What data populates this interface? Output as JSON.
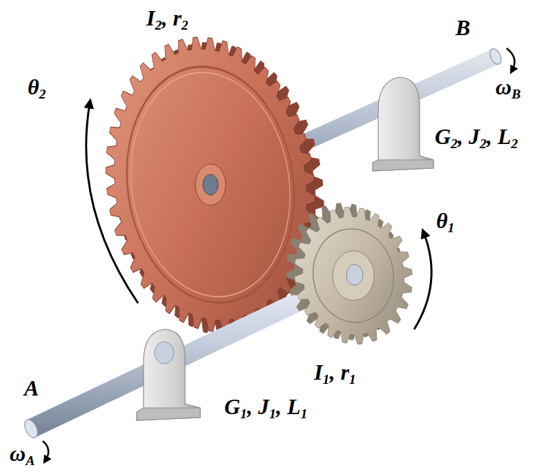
{
  "diagram": {
    "labels": [
      "I2, r2",
      "B",
      "ωB",
      "θ2",
      "G2, J2, L2",
      "θ1",
      "A",
      "G1, J1, L1",
      "I1, r1",
      "ωA"
    ]
  }
}
